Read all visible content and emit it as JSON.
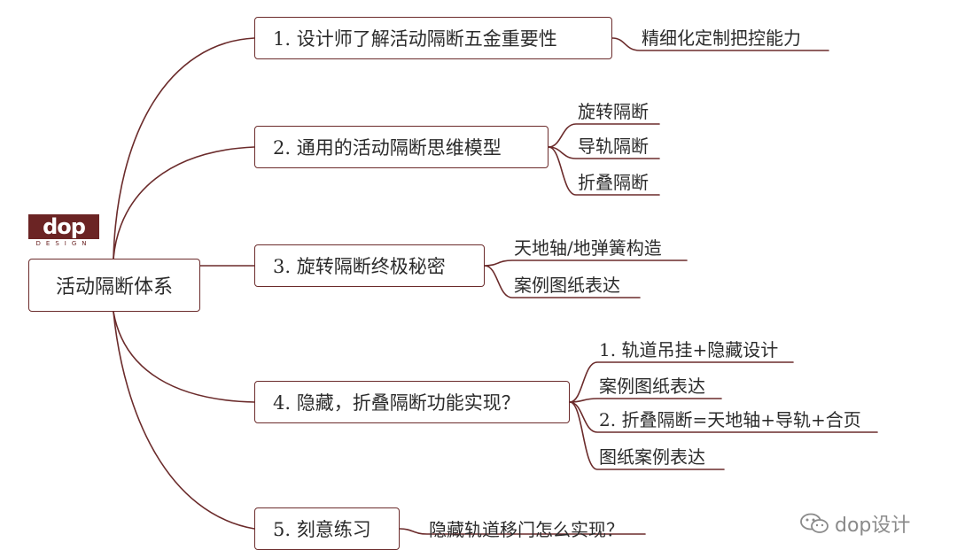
{
  "logo": {
    "word": "dop",
    "sub": "DESIGN"
  },
  "root": {
    "label": "活动隔断体系"
  },
  "branches": [
    {
      "label": "1. 设计师了解活动隔断五金重要性",
      "leaves": [
        "精细化定制把控能力"
      ]
    },
    {
      "label": "2. 通用的活动隔断思维模型",
      "leaves": [
        "旋转隔断",
        "导轨隔断",
        "折叠隔断"
      ]
    },
    {
      "label": "3. 旋转隔断终极秘密",
      "leaves": [
        "天地轴/地弹簧构造",
        "案例图纸表达"
      ]
    },
    {
      "label": "4. 隐藏，折叠隔断功能实现？",
      "leaves": [
        "1. 轨道吊挂+隐藏设计",
        "案例图纸表达",
        "2. 折叠隔断=天地轴+导轨+合页",
        "图纸案例表达"
      ]
    },
    {
      "label": "5. 刻意练习",
      "leaves": [
        "隐藏轨道移门怎么实现？"
      ]
    }
  ],
  "watermark": {
    "text": "dop设计",
    "icon": "wechat-icon"
  },
  "colors": {
    "line": "#6b2b2b",
    "text": "#2b2b2b",
    "logo": "#6b2424",
    "watermark": "#8a8a8a"
  }
}
